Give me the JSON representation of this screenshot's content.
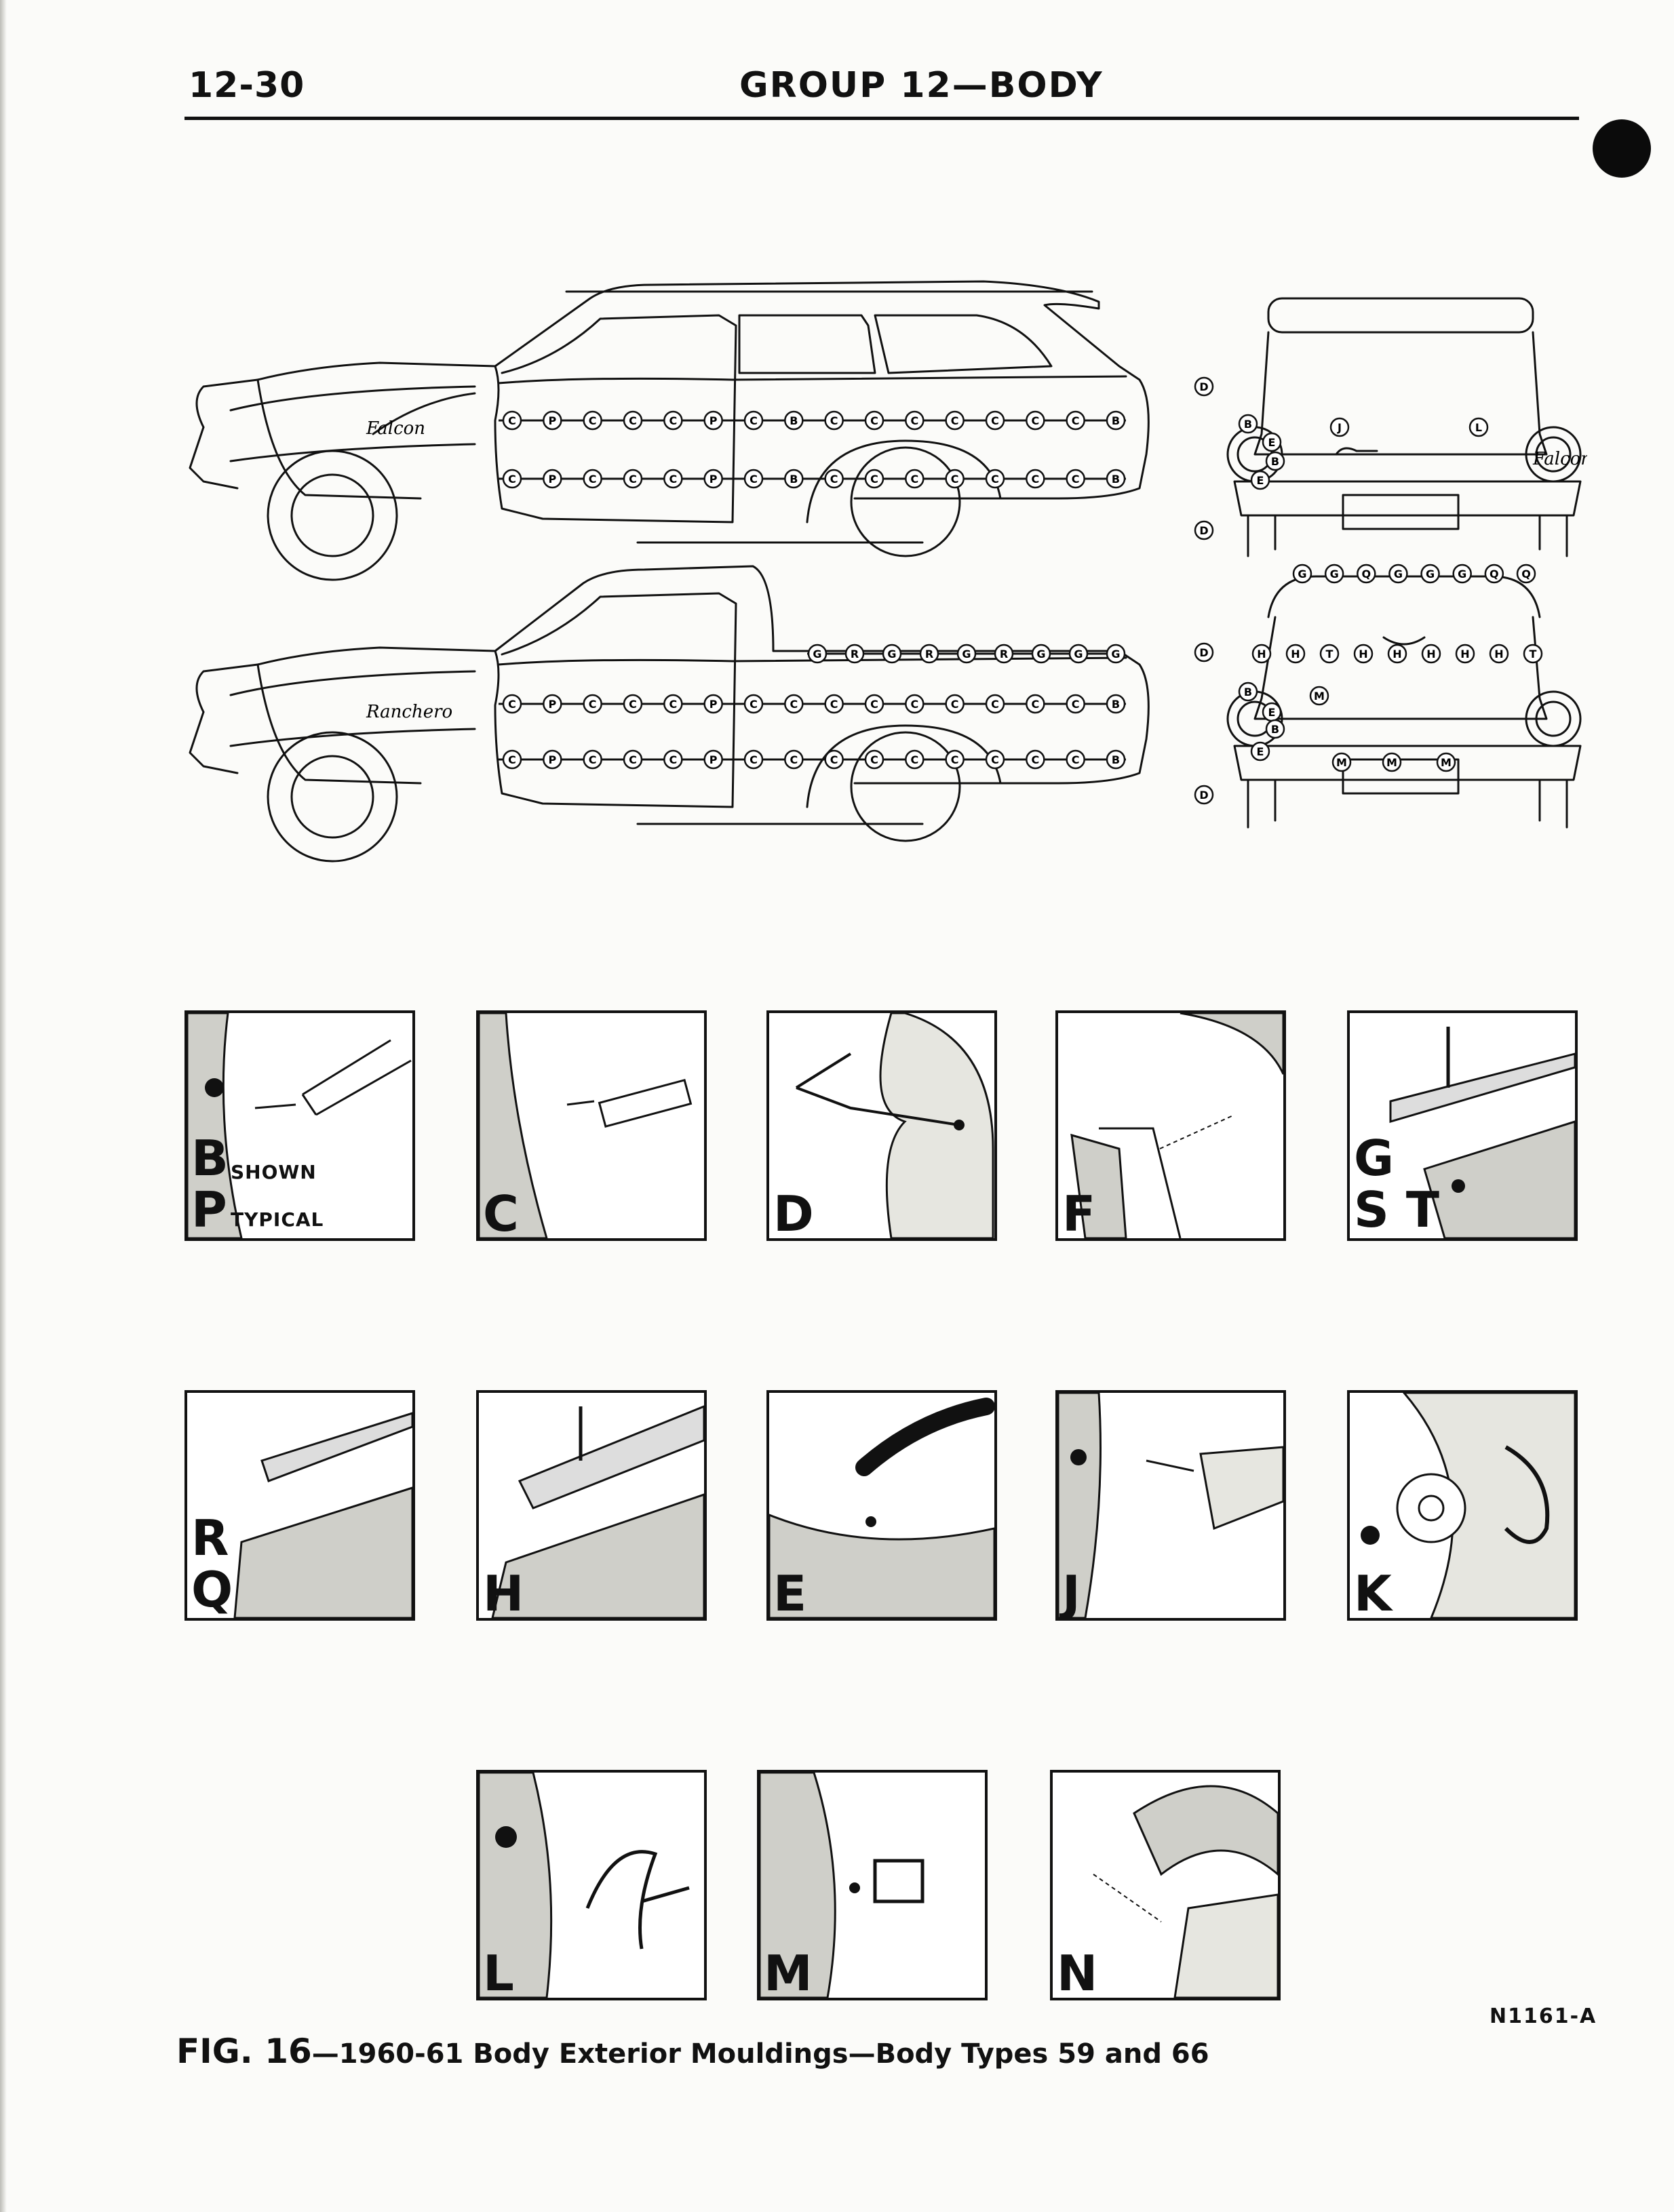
{
  "header": {
    "page_number": "12-30",
    "group_title": "GROUP 12—BODY"
  },
  "diagram": {
    "callouts": {
      "wagon_upper": [
        "C",
        "P",
        "C",
        "C",
        "C",
        "P",
        "C",
        "B",
        "C",
        "C",
        "C",
        "C",
        "C",
        "C",
        "C",
        "B"
      ],
      "wagon_lower": [
        "C",
        "P",
        "C",
        "C",
        "C",
        "P",
        "C",
        "B",
        "C",
        "C",
        "C",
        "C",
        "C",
        "C",
        "C",
        "B"
      ],
      "ranchero_roof": [
        "G",
        "R",
        "G",
        "R",
        "G",
        "R",
        "G",
        "G",
        "G"
      ],
      "ranchero_upper": [
        "C",
        "P",
        "C",
        "C",
        "C",
        "P",
        "C",
        "C",
        "C",
        "C",
        "C",
        "C",
        "C",
        "C",
        "C",
        "B"
      ],
      "ranchero_lower": [
        "C",
        "P",
        "C",
        "C",
        "C",
        "P",
        "C",
        "C",
        "C",
        "C",
        "C",
        "C",
        "C",
        "C",
        "C",
        "B"
      ],
      "wagon_rear": [
        "D",
        "B",
        "E",
        "B",
        "E",
        "D",
        "J",
        "L"
      ],
      "ranchero_rear_top": [
        "G",
        "G",
        "Q",
        "G",
        "G",
        "G",
        "Q",
        "Q"
      ],
      "ranchero_rear_mid": [
        "H",
        "H",
        "T",
        "H",
        "H",
        "H",
        "H",
        "H",
        "T"
      ],
      "ranchero_rear_low": [
        "D",
        "B",
        "E",
        "B",
        "E",
        "D",
        "M",
        "M",
        "M",
        "M"
      ]
    },
    "scripts": [
      "Falcon",
      "Falcon",
      "Ranchero"
    ]
  },
  "panels": [
    {
      "letter": "B",
      "letter2": "P",
      "note1": "SHOWN",
      "note2": "TYPICAL"
    },
    {
      "letter": "C"
    },
    {
      "letter": "D"
    },
    {
      "letter": "F"
    },
    {
      "letter": "G",
      "letter2": "S T"
    },
    {
      "letter": "R",
      "letter2": "Q"
    },
    {
      "letter": "H"
    },
    {
      "letter": "E"
    },
    {
      "letter": "J"
    },
    {
      "letter": "K"
    },
    {
      "letter": "L"
    },
    {
      "letter": "M"
    },
    {
      "letter": "N"
    }
  ],
  "caption": {
    "fig_label": "FIG. 16",
    "text": "—1960-61 Body Exterior Mouldings—Body Types 59 and 66",
    "code": "N1161-A"
  }
}
